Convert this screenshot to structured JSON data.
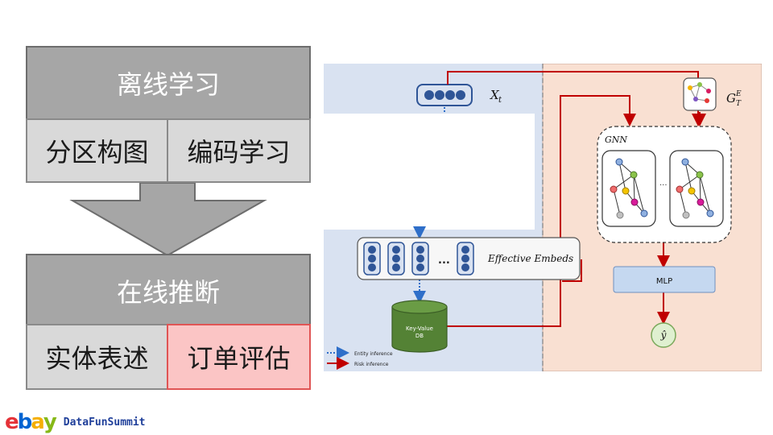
{
  "left_flow": {
    "offline_title": "离线学习",
    "offline_items": [
      "分区构图",
      "编码学习"
    ],
    "online_title": "在线推断",
    "online_items": [
      "实体表述",
      "订单评估"
    ]
  },
  "diagram": {
    "xt_label": "X",
    "xt_sub": "t",
    "gte_label": "G",
    "gte_sup": "E",
    "gte_sub": "T",
    "gnn_label": "GNN",
    "ellipsis": "...",
    "effective_embeds_label": "Effective Embeds",
    "kv_db_label_1": "Key-Value",
    "kv_db_label_2": "DB",
    "mlp_label": "MLP",
    "output_label": "ŷ",
    "legend_entity": "Entity inference",
    "legend_risk": "Risk inference"
  },
  "footer": {
    "ebay_e": "e",
    "ebay_b": "b",
    "ebay_a": "a",
    "ebay_y": "y",
    "brand": "DataFunSummit"
  },
  "colors": {
    "left_bg": "#d9e2f1",
    "right_bg": "#f9e0d2",
    "risk_arrow": "#c00000",
    "entity_arrow": "#2f6fc9",
    "db_green": "#548235",
    "mlp_fill": "#c5d8f0"
  }
}
